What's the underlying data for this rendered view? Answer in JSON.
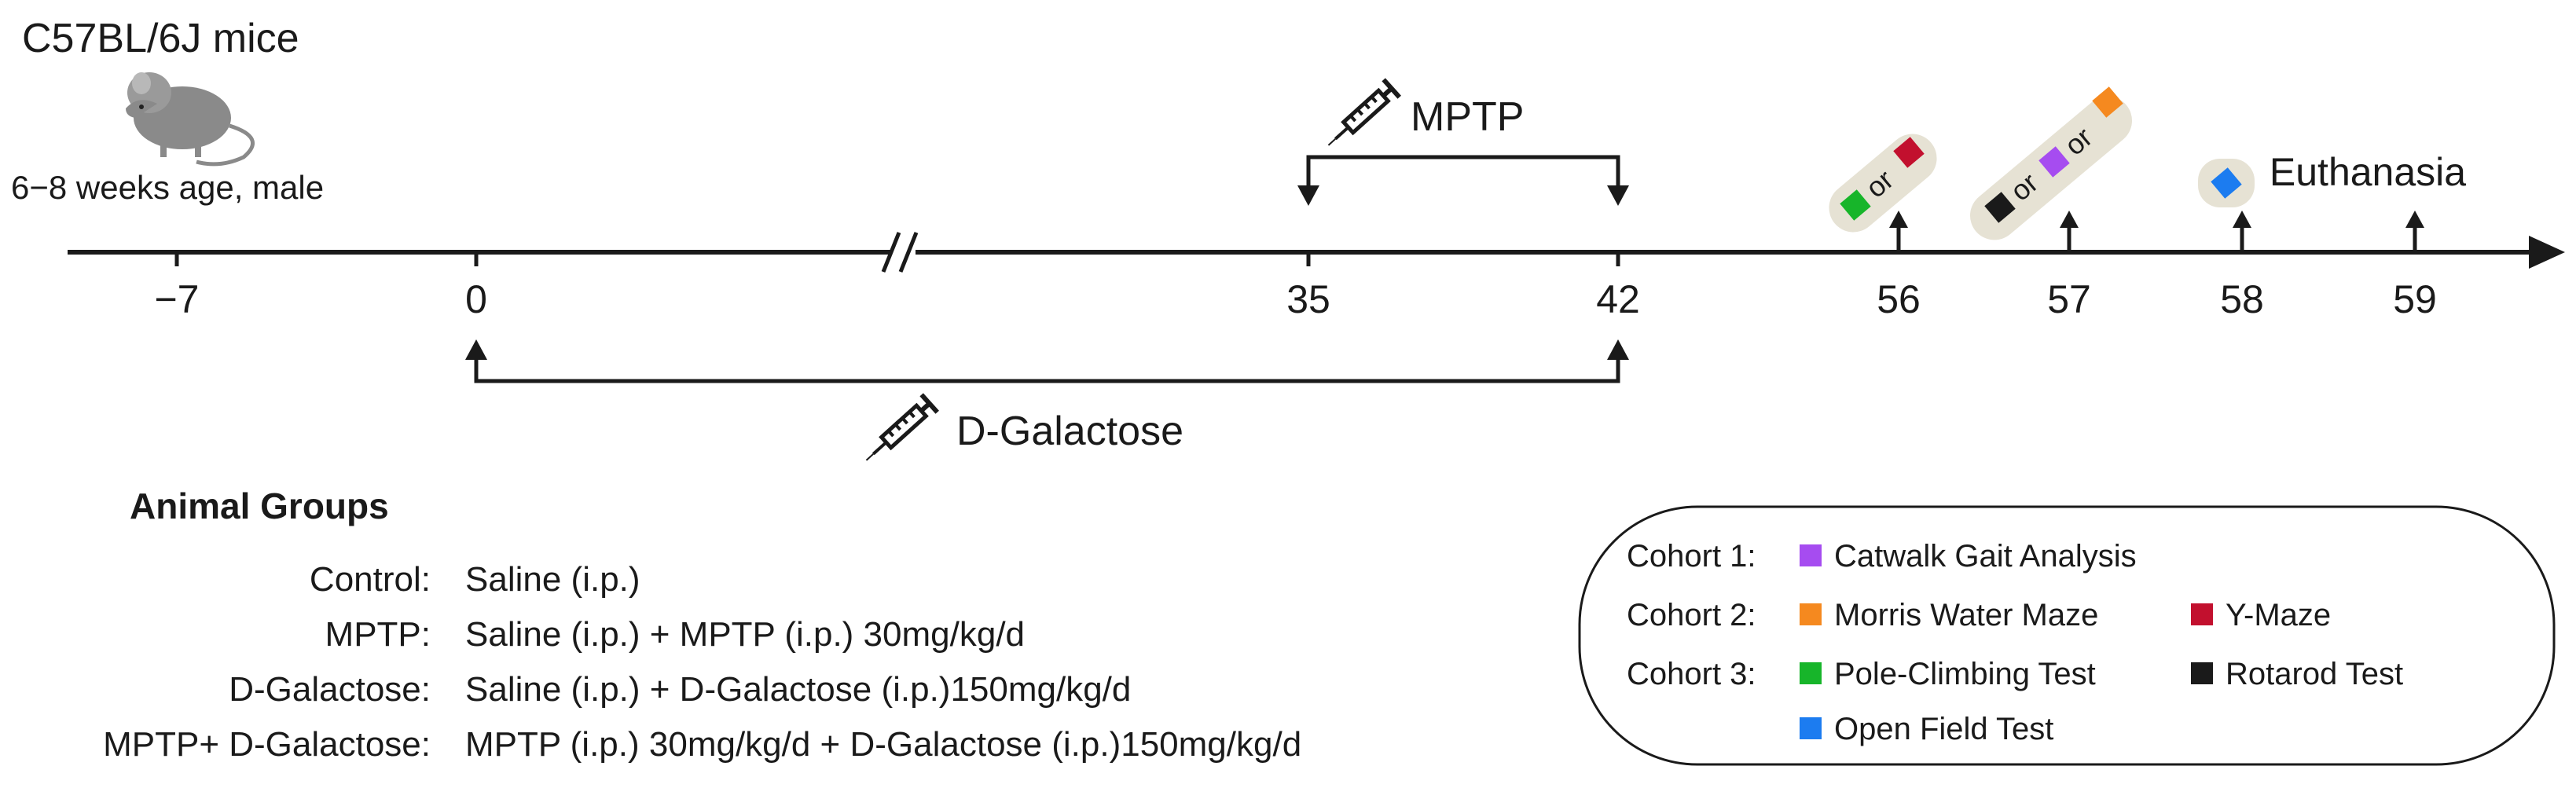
{
  "title": "C57BL/6J mice",
  "mouse_caption": "6−8 weeks age, male",
  "timeline": {
    "ticks": [
      "−7",
      "0",
      "35",
      "42",
      "56",
      "57",
      "58",
      "59"
    ],
    "mptp_label": "MPTP",
    "dgal_label": "D-Galactose",
    "euthanasia_label": "Euthanasia",
    "or_word": "or"
  },
  "groups": {
    "heading": "Animal Groups",
    "rows": [
      {
        "label": "Control:",
        "desc": "Saline (i.p.)"
      },
      {
        "label": "MPTP:",
        "desc": "Saline (i.p.) + MPTP (i.p.) 30mg/kg/d"
      },
      {
        "label": "D-Galactose:",
        "desc": "Saline (i.p.) + D-Galactose (i.p.)150mg/kg/d"
      },
      {
        "label": "MPTP+ D-Galactose:",
        "desc": "MPTP (i.p.) 30mg/kg/d + D-Galactose (i.p.)150mg/kg/d"
      }
    ]
  },
  "legend": {
    "cohort1": "Cohort 1:",
    "cohort2": "Cohort 2:",
    "cohort3": "Cohort 3:",
    "catwalk": "Catwalk Gait Analysis",
    "morris": "Morris Water Maze",
    "ymaze": "Y-Maze",
    "pole": "Pole-Climbing Test",
    "rotarod": "Rotarod Test",
    "openfield": "Open Field Test"
  },
  "colors": {
    "catwalk": "#a64cf0",
    "morris": "#f5891f",
    "ymaze": "#c2102e",
    "pole": "#17b52a",
    "rotarod": "#1a1a1a",
    "openfield": "#1c7cf0",
    "pill": "#e6e2d4",
    "line": "#1a1a1a"
  }
}
